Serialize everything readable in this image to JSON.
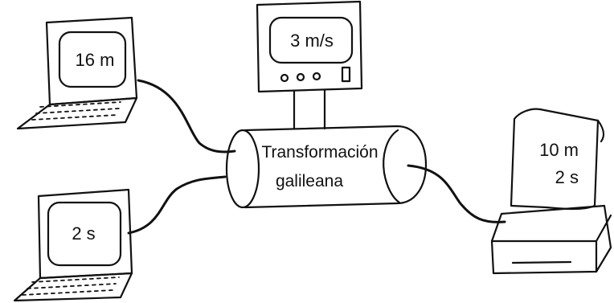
{
  "laptop_top": {
    "reading": "16 m"
  },
  "monitor_top": {
    "reading": "3 m/s"
  },
  "laptop_bottom": {
    "reading": "2 s"
  },
  "cylinder": {
    "line1": "Transformación",
    "line2": "galileana"
  },
  "printer": {
    "line1": "10 m",
    "line2": "2 s"
  }
}
